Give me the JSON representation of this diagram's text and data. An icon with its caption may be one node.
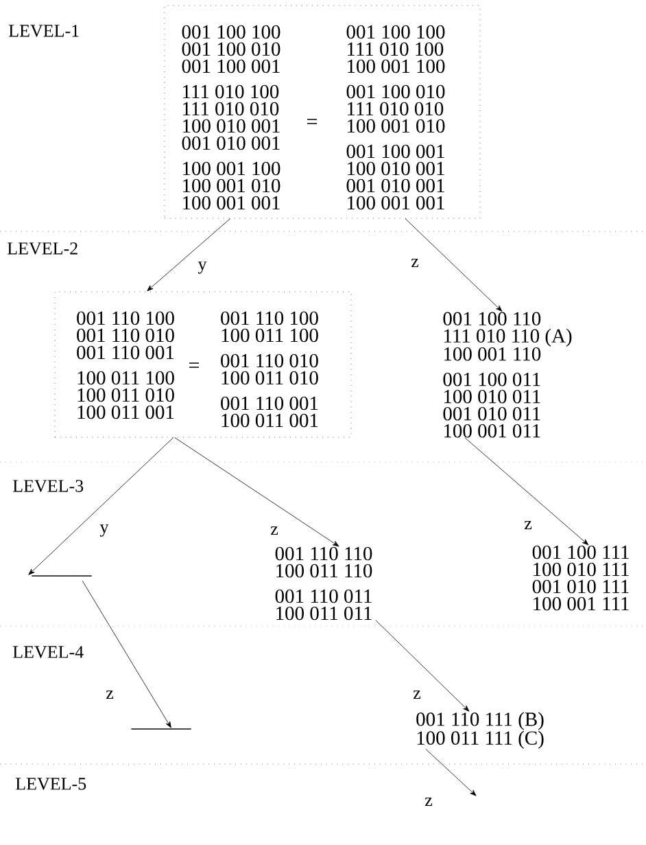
{
  "diagram": {
    "nodes": [
      {
        "text": [
          "="
        ]
      },
      {
        "text": [
          "001 100 100",
          "001 100 010",
          "001 100 001",
          "111 010 100",
          "111 010 010",
          "100 010 001",
          "001 010 001",
          "100 001 100",
          "100 001 010",
          "100 001 001"
        ],
        "in": 0
      },
      {
        "text": [
          "001 100 100",
          "111 010 100",
          "100 001 100",
          "001 100 010",
          "111 010 010",
          "100 001 010",
          "001 100 001",
          "100 010 001",
          "001 010 001",
          "100 001 001"
        ],
        "in": 0
      },
      {
        "text": [
          "="
        ]
      },
      {
        "text": [
          "001 110 100",
          "001 110 010",
          "001 110 001",
          "100 011 100",
          "100 011 010",
          "100 011 001"
        ],
        "in": 3
      },
      {
        "text": [
          "001 110 100",
          "100 011 100",
          "001 110 010",
          "100 011 010",
          "001 110 001",
          "100 011 001"
        ],
        "in": 3
      },
      {
        "text": [
          "001 100 110",
          "111 010 110 (A)",
          "100 001 110",
          "001 100 011",
          "100 010 011",
          "001 010 011",
          "100 001 011"
        ]
      },
      {
        "text": [
          "———"
        ]
      },
      {
        "text": [
          "001 110 110",
          "100 011 110",
          "001 110 011",
          "100 011 011"
        ]
      },
      {
        "text": [
          "001 100 111",
          "100 010 111",
          "001 010 111",
          "100 001 111"
        ]
      },
      {
        "text": [
          "———"
        ]
      },
      {
        "text": [
          "001 110 111 (B)",
          "100 011 111 (C)"
        ]
      }
    ],
    "edges": [
      {
        "from": 0,
        "to": 3,
        "arrow": "to",
        "label": "y"
      },
      {
        "from": 0,
        "to": 6,
        "arrow": "to",
        "label": "z"
      },
      {
        "from": 3,
        "to": 7,
        "arrow": "to",
        "label": "y"
      },
      {
        "from": 3,
        "to": 8,
        "arrow": "to",
        "label": "z"
      },
      {
        "from": 6,
        "to": 9,
        "arrow": "to",
        "label": "z"
      },
      {
        "from": 7,
        "to": 10,
        "arrow": "to",
        "label": "z"
      },
      {
        "from": 8,
        "to": 11,
        "arrow": "to",
        "label": "z"
      },
      {
        "from": 11,
        "to": null,
        "arrow": "to",
        "label": "z"
      }
    ],
    "labels": [
      "LEVEL-1",
      "LEVEL-2",
      "LEVEL-3",
      "LEVEL-4",
      "LEVEL-5"
    ]
  }
}
